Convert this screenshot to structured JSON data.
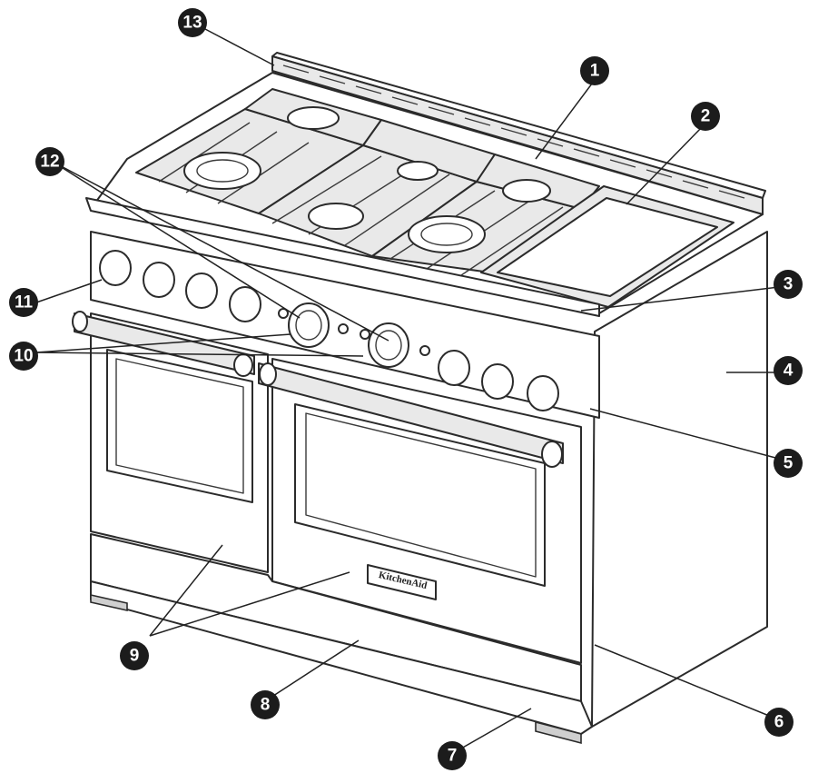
{
  "brand_badge": "KitchenAid",
  "callouts": [
    {
      "id": "1",
      "label": "1"
    },
    {
      "id": "2",
      "label": "2"
    },
    {
      "id": "3",
      "label": "3"
    },
    {
      "id": "4",
      "label": "4"
    },
    {
      "id": "5",
      "label": "5"
    },
    {
      "id": "6",
      "label": "6"
    },
    {
      "id": "7",
      "label": "7"
    },
    {
      "id": "8",
      "label": "8"
    },
    {
      "id": "9",
      "label": "9"
    },
    {
      "id": "10",
      "label": "10"
    },
    {
      "id": "11",
      "label": "11"
    },
    {
      "id": "12",
      "label": "12"
    },
    {
      "id": "13",
      "label": "13"
    }
  ],
  "colors": {
    "line": "#2b2b2b",
    "callout": "#1c1c1c",
    "callout_text": "#ffffff"
  }
}
